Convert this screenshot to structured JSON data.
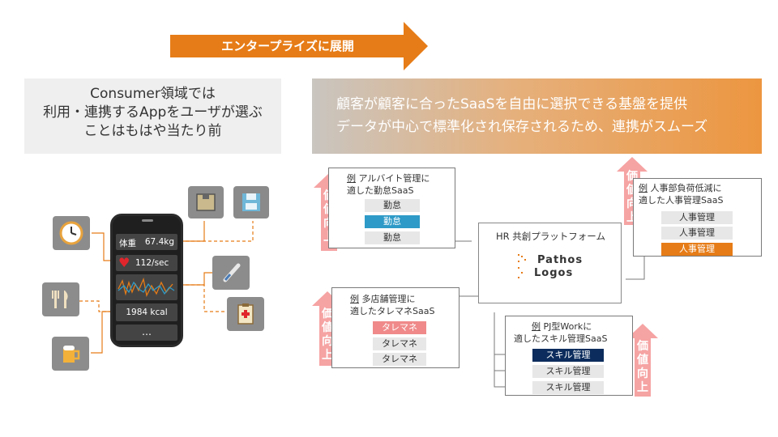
{
  "banner": {
    "label": "エンタープライズに展開"
  },
  "consumer": {
    "line1": "Consumer領域では",
    "line2": "利用・連携するAppをユーザが選ぶ",
    "line3": "ことはもはや当たり前"
  },
  "enterprise": {
    "line1": "顧客が顧客に合ったSaaSを自由に選択できる基盤を提供",
    "line2": "データが中心で標準化され保存されるため、連携がスムーズ"
  },
  "phone": {
    "weight_label": "体重",
    "weight_value": "67.4kg",
    "heart_value": "112/sec",
    "kcal": "1984 kcal",
    "more": "…"
  },
  "hr_platform": {
    "title": "HR 共創プラットフォーム",
    "logo_line1": "Pathos",
    "logo_line2": "Logos"
  },
  "value_up": {
    "ch1": "価",
    "ch2": "値",
    "ch3": "向",
    "ch4": "上"
  },
  "boxes": {
    "attendance": {
      "ex": "例",
      "title1": " アルバイト管理に",
      "title2": "適した勤怠SaaS",
      "items": [
        "勤怠",
        "勤怠",
        "勤怠"
      ]
    },
    "hrmgmt": {
      "ex": "例",
      "title1": " 人事部負荷低減に",
      "title2": "適した人事管理SaaS",
      "items": [
        "人事管理",
        "人事管理",
        "人事管理"
      ]
    },
    "talent": {
      "ex": "例",
      "title1": " 多店舗管理に",
      "title2": "適したタレマネSaaS",
      "items": [
        "タレマネ",
        "タレマネ",
        "タレマネ"
      ]
    },
    "skill": {
      "ex": "例",
      "title1": " PJ型Workに",
      "title2": "適したスキル管理SaaS",
      "items": [
        "スキル管理",
        "スキル管理",
        "スキル管理"
      ]
    }
  },
  "colors": {
    "orange": "#e67c17",
    "blue": "#2e9ac7",
    "pink": "#f08a8a",
    "navy": "#0b2c5c",
    "arrow_pink": "#f6a3a3"
  }
}
